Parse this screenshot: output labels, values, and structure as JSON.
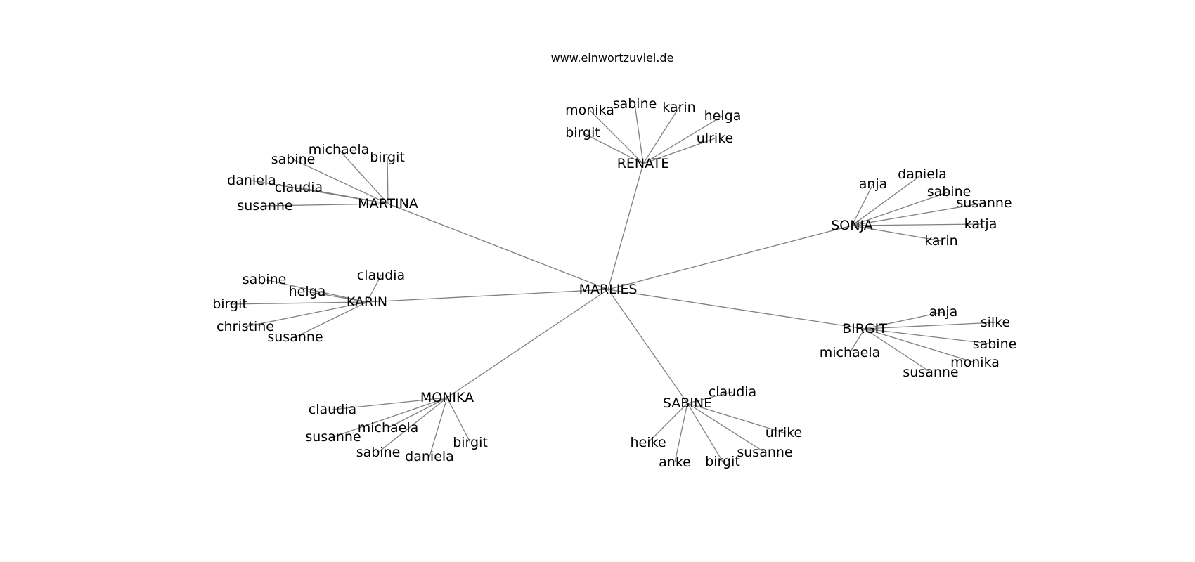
{
  "caption": "www.einwortzuviel.de",
  "graph": {
    "center": "MARLIES",
    "hubs": [
      {
        "name": "RENATE",
        "leaves": [
          "monika",
          "sabine",
          "karin",
          "helga",
          "birgit",
          "ulrike"
        ]
      },
      {
        "name": "MARTINA",
        "leaves": [
          "michaela",
          "birgit",
          "sabine",
          "daniela",
          "claudia",
          "susanne"
        ]
      },
      {
        "name": "SONJA",
        "leaves": [
          "anja",
          "daniela",
          "sabine",
          "susanne",
          "katja",
          "karin"
        ]
      },
      {
        "name": "KARIN",
        "leaves": [
          "claudia",
          "sabine",
          "helga",
          "birgit",
          "christine",
          "susanne"
        ]
      },
      {
        "name": "BIRGIT",
        "leaves": [
          "anja",
          "silke",
          "sabine",
          "monika",
          "susanne",
          "michaela"
        ]
      },
      {
        "name": "MONIKA",
        "leaves": [
          "claudia",
          "michaela",
          "susanne",
          "sabine",
          "daniela",
          "birgit"
        ]
      },
      {
        "name": "SABINE",
        "leaves": [
          "claudia",
          "ulrike",
          "susanne",
          "birgit",
          "anke",
          "heike"
        ]
      }
    ]
  }
}
